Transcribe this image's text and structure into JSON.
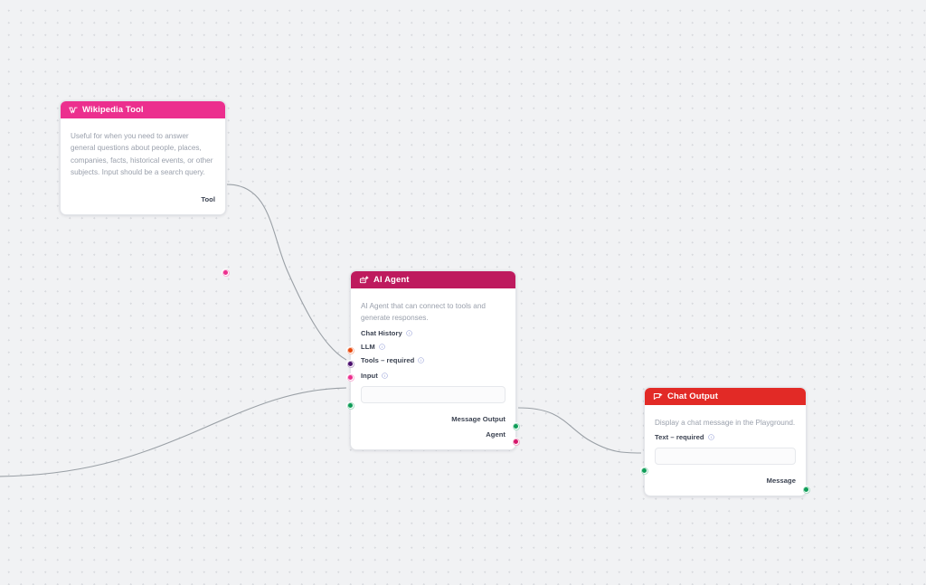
{
  "canvas": {
    "background_color": "#f1f2f4",
    "dot_color": "#d8dade",
    "edge_color": "#9aa0a6"
  },
  "nodes": [
    {
      "id": "wikipedia-tool",
      "title": "Wikipedia Tool",
      "header_color": "#ec2f8e",
      "header_icon": "wikipedia-icon",
      "description": "Useful for when you need to answer general questions about people, places, companies, facts, historical events, or other subjects. Input should be a search query.",
      "inputs": [],
      "outputs": [
        {
          "label": "Tool",
          "handle_color": "#ec2f8e",
          "handle_name": "output-handle-tool"
        }
      ]
    },
    {
      "id": "ai-agent",
      "title": "AI Agent",
      "header_color": "#be1a5e",
      "header_icon": "bot-sparkle-icon",
      "description": "AI Agent that can connect to tools and generate responses.",
      "inputs": [
        {
          "label": "Chat History",
          "handle_color": "#e8490e",
          "handle_name": "input-handle-chat-history",
          "has_info": true
        },
        {
          "label": "LLM",
          "handle_color": "#4b0f6e",
          "handle_name": "input-handle-llm",
          "has_info": true
        },
        {
          "label": "Tools – required",
          "handle_color": "#ec2f8e",
          "handle_name": "input-handle-tools",
          "has_info": true
        }
      ],
      "field": {
        "label": "Input",
        "value": "",
        "placeholder": "",
        "has_info": true,
        "handle_color": "#0f9d58",
        "handle_name": "input-handle-input"
      },
      "outputs": [
        {
          "label": "Message Output",
          "handle_color": "#0f9d58",
          "handle_name": "output-handle-message-output"
        },
        {
          "label": "Agent",
          "handle_color": "#d6176b",
          "handle_name": "output-handle-agent"
        }
      ]
    },
    {
      "id": "chat-output",
      "title": "Chat Output",
      "header_color": "#e22a26",
      "header_icon": "chat-message-icon",
      "description": "Display a chat message in the Playground.",
      "inputs": [],
      "field": {
        "label": "Text – required",
        "value": "",
        "placeholder": "",
        "has_info": true,
        "handle_color": "#0f9d58",
        "handle_name": "input-handle-text"
      },
      "outputs": [
        {
          "label": "Message",
          "handle_color": "#0f9d58",
          "handle_name": "output-handle-message"
        }
      ]
    }
  ],
  "edges": [
    {
      "id": "edge-tool-to-tools",
      "from": "wikipedia-tool.Tool",
      "to": "ai-agent.Tools"
    },
    {
      "id": "edge-offscreen-to-input",
      "from": "offscreen-left",
      "to": "ai-agent.Input"
    },
    {
      "id": "edge-message-output-to-text",
      "from": "ai-agent.Message Output",
      "to": "chat-output.Text"
    }
  ]
}
